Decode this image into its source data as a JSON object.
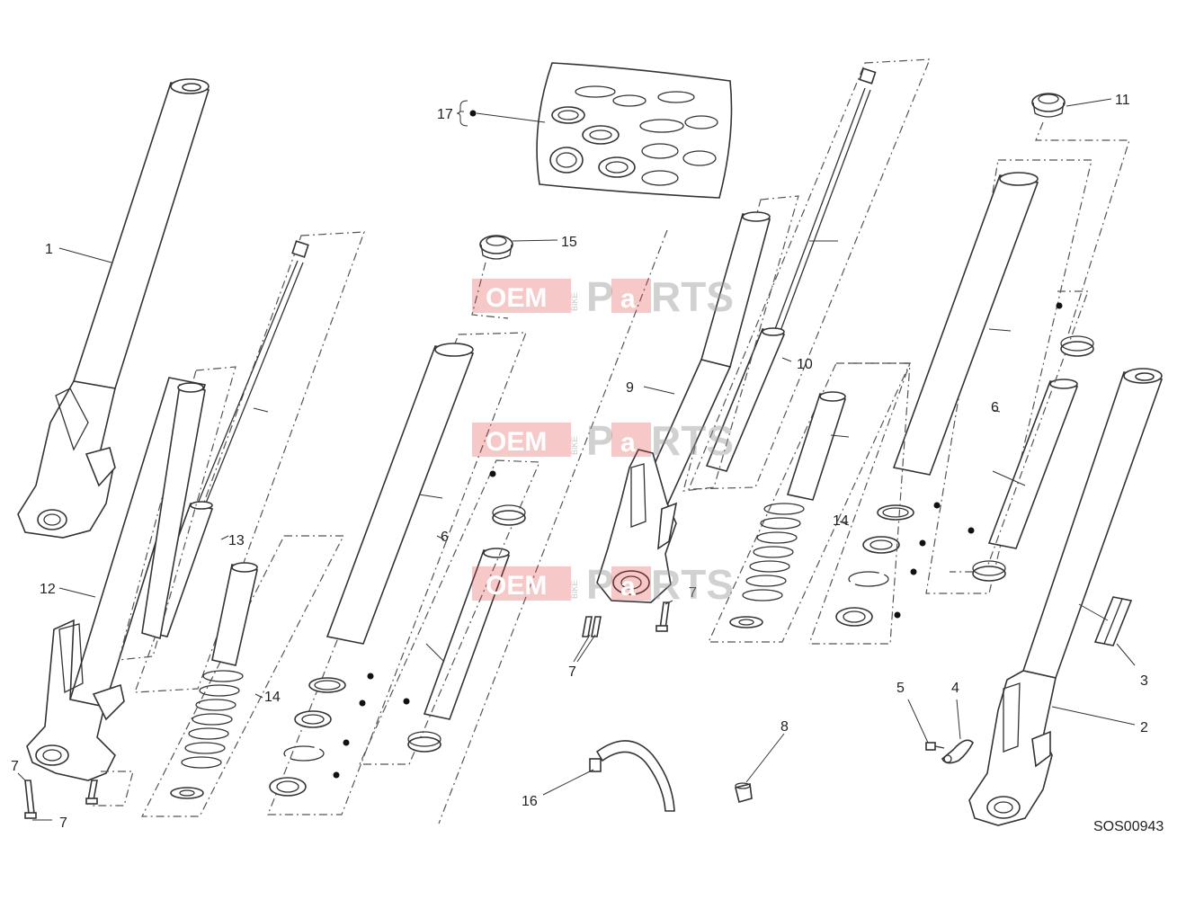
{
  "diagram": {
    "code": "SOS00943",
    "labels": [
      "1",
      "2",
      "3",
      "4",
      "5",
      "6",
      "6",
      "6",
      "7",
      "7",
      "7",
      "7",
      "8",
      "9",
      "10",
      "11",
      "12",
      "13",
      "14",
      "14",
      "15",
      "16",
      "17"
    ],
    "watermark": {
      "brand_left": "OEM",
      "brand_small": "BIKE",
      "brand_right": "RTS",
      "brand_a": "a",
      "brand_p": "P"
    }
  }
}
